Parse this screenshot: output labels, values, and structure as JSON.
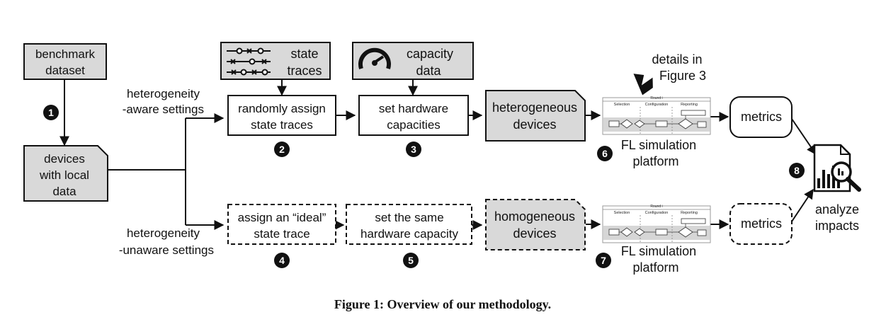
{
  "nodes": {
    "benchmark": [
      "benchmark",
      "dataset"
    ],
    "devices": [
      "devices",
      "with local",
      "data"
    ],
    "aware_label": [
      "heterogeneity",
      "-aware settings"
    ],
    "unaware_label": [
      "heterogeneity",
      "-unaware settings"
    ],
    "state_traces": [
      "state",
      "traces"
    ],
    "capacity_data": [
      "capacity",
      "data"
    ],
    "random_assign": [
      "randomly assign",
      "state traces"
    ],
    "set_hw": [
      "set hardware",
      "capacities"
    ],
    "hetero_devices": [
      "heterogeneous",
      "devices"
    ],
    "ideal_trace": [
      "assign an “ideal”",
      "state trace"
    ],
    "same_hw": [
      "set the same",
      "hardware capacity"
    ],
    "homo_devices": [
      "homogeneous",
      "devices"
    ],
    "fl_platform_top": [
      "FL simulation",
      "platform"
    ],
    "fl_platform_bottom": [
      "FL simulation",
      "platform"
    ],
    "details": [
      "details in",
      "Figure 3"
    ],
    "metrics_top": "metrics",
    "metrics_bottom": "metrics",
    "analyze": [
      "analyze",
      "impacts"
    ]
  },
  "step_numbers": [
    "1",
    "2",
    "3",
    "4",
    "5",
    "6",
    "7",
    "8"
  ],
  "thumbnail": {
    "round": "Round i",
    "phases": [
      "Selection",
      "Configuration",
      "Reporting"
    ]
  },
  "caption": "Figure 1: Overview of our methodology.",
  "colors": {
    "fill": "#d9d9d9",
    "line": "#111111",
    "white": "#ffffff"
  }
}
